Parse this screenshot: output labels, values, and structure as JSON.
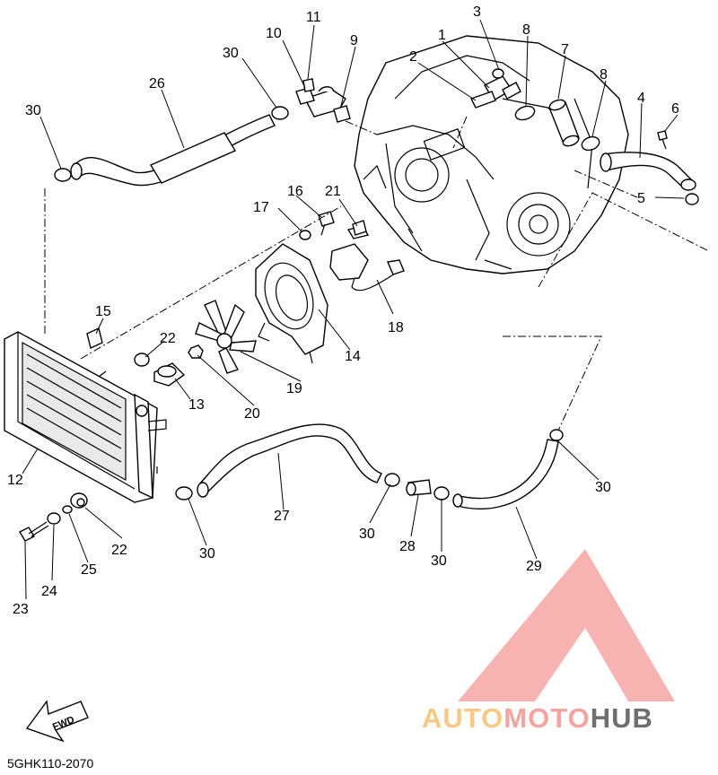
{
  "diagram_code": "5GHK110-2070",
  "fwd_label": "FWD",
  "watermark": {
    "part1": "AUTO",
    "part2": "MOTO",
    "part3": "HUB",
    "colors": {
      "auto": "#f7c987",
      "moto": "#f5a5a0",
      "hub": "#6f6f6f",
      "logo": "#f6a6a4"
    }
  },
  "callouts": [
    "1",
    "2",
    "3",
    "4",
    "5",
    "6",
    "7",
    "8",
    "8",
    "9",
    "10",
    "11",
    "12",
    "13",
    "14",
    "15",
    "16",
    "17",
    "18",
    "19",
    "20",
    "21",
    "22",
    "22",
    "23",
    "24",
    "25",
    "26",
    "27",
    "28",
    "29",
    "30",
    "30",
    "30",
    "30",
    "30",
    "30"
  ]
}
